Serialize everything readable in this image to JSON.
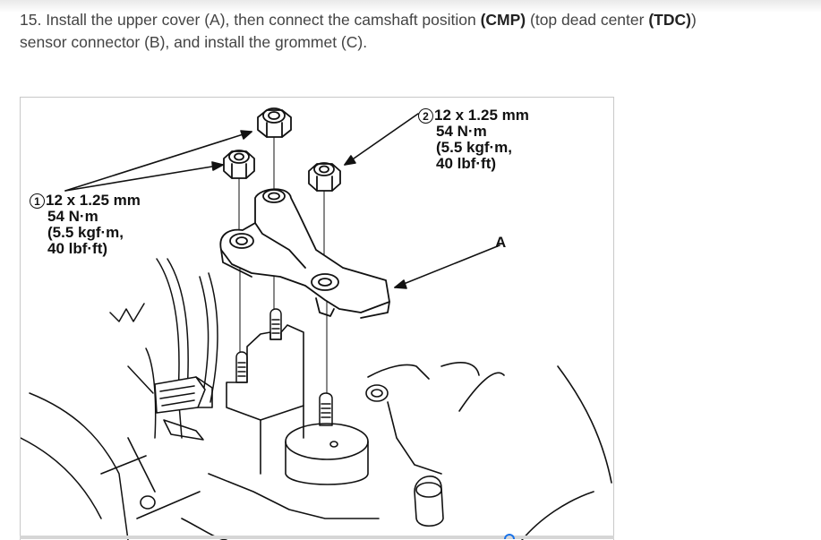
{
  "instruction": {
    "part1": "15. Install the upper cover (A), then connect the camshaft position ",
    "bold1": "(CMP)",
    "part2": " (top dead center ",
    "bold2": "(TDC)",
    "part3": ")",
    "line2": "sensor connector (B), and install the grommet (C)."
  },
  "callout_1": {
    "number": "1",
    "size": "12 x 1.25 mm",
    "torque_nm": "54 N·m",
    "torque_kgf": "(5.5 kgf·m,",
    "torque_lbf": "40 lbf·ft)"
  },
  "callout_2": {
    "number": "2",
    "size": "12 x 1.25 mm",
    "torque_nm": "54 N·m",
    "torque_kgf": "(5.5 kgf·m,",
    "torque_lbf": "40 lbf·ft)"
  },
  "label_a": "A",
  "colors": {
    "text": "#444444",
    "line": "#111111",
    "frame": "#c8c8c8",
    "accent": "#1a73e8"
  }
}
